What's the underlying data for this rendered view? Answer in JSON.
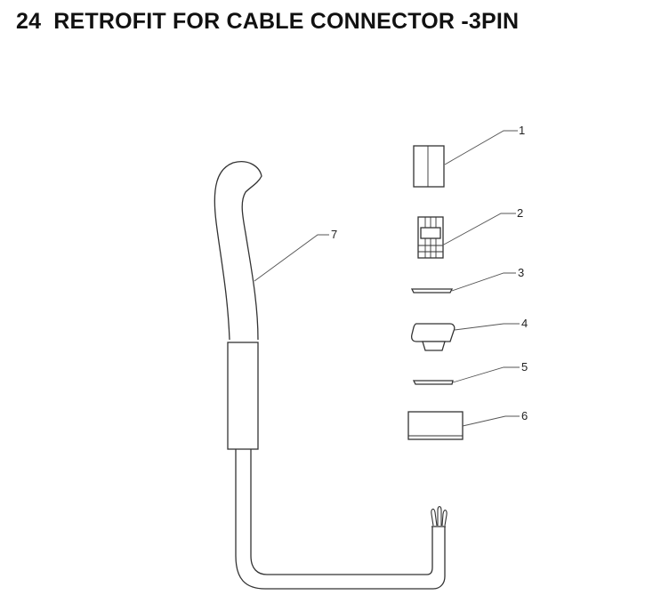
{
  "title": {
    "number": "24",
    "text": "RETROFIT FOR CABLE CONNECTOR -3PIN"
  },
  "callouts": {
    "c1": "1",
    "c2": "2",
    "c3": "3",
    "c4": "4",
    "c5": "5",
    "c6": "6",
    "c7": "7"
  }
}
